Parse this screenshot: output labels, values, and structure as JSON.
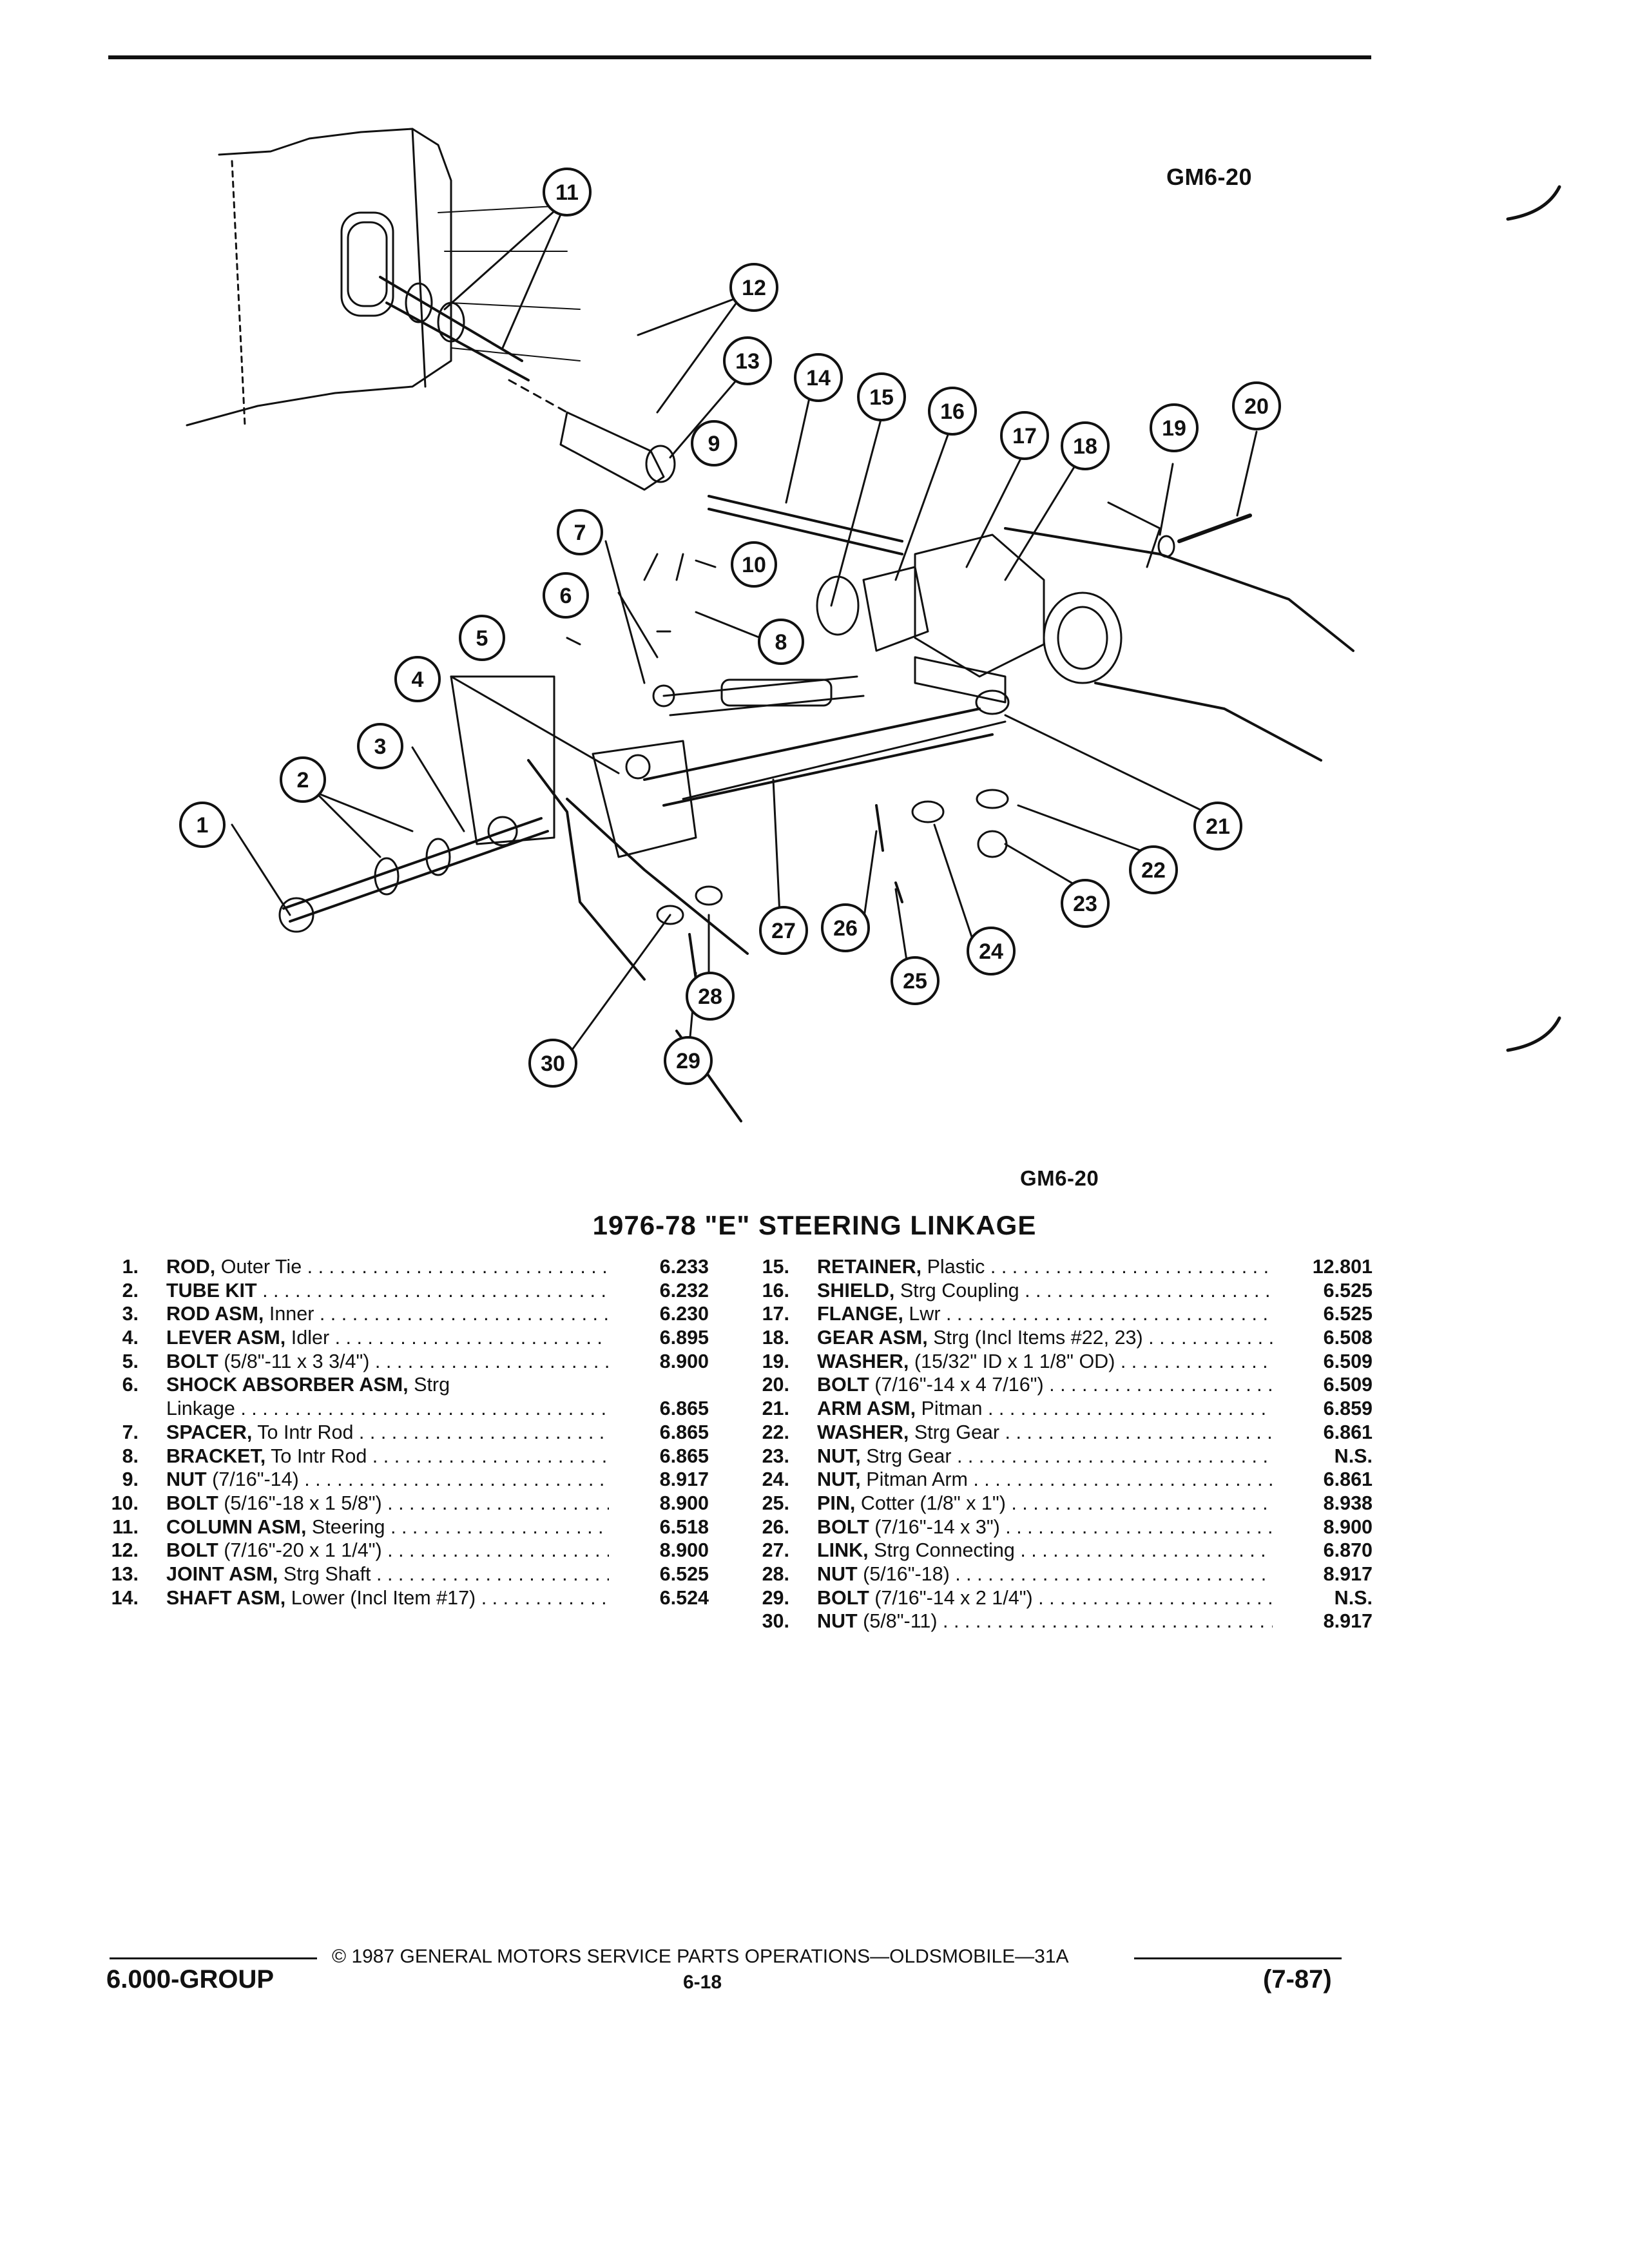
{
  "figure": {
    "code_top": "GM6-20",
    "code_bottom": "GM6-20",
    "callouts": [
      "1",
      "2",
      "3",
      "4",
      "5",
      "6",
      "7",
      "8",
      "9",
      "10",
      "11",
      "12",
      "13",
      "14",
      "15",
      "16",
      "17",
      "18",
      "19",
      "20",
      "21",
      "22",
      "23",
      "24",
      "25",
      "26",
      "27",
      "28",
      "29",
      "30"
    ]
  },
  "title": "1976-78 \"E\" STEERING LINKAGE",
  "parts_left": [
    {
      "num": "1.",
      "name": "ROD,",
      "desc": "Outer Tie",
      "ref": "6.233"
    },
    {
      "num": "2.",
      "name": "TUBE KIT",
      "desc": "",
      "ref": "6.232"
    },
    {
      "num": "3.",
      "name": "ROD ASM,",
      "desc": "Inner",
      "ref": "6.230"
    },
    {
      "num": "4.",
      "name": "LEVER ASM,",
      "desc": "Idler",
      "ref": "6.895"
    },
    {
      "num": "5.",
      "name": "BOLT",
      "desc": "(5/8\"-11 x 3 3/4\")",
      "ref": "8.900"
    },
    {
      "num": "6.",
      "name": "SHOCK ABSORBER ASM,",
      "desc": "Strg",
      "ref": ""
    },
    {
      "num": "",
      "name": "",
      "desc": "Linkage",
      "ref": "6.865"
    },
    {
      "num": "7.",
      "name": "SPACER,",
      "desc": "To Intr Rod",
      "ref": "6.865"
    },
    {
      "num": "8.",
      "name": "BRACKET,",
      "desc": "To Intr Rod",
      "ref": "6.865"
    },
    {
      "num": "9.",
      "name": "NUT",
      "desc": "(7/16\"-14)",
      "ref": "8.917"
    },
    {
      "num": "10.",
      "name": "BOLT",
      "desc": "(5/16\"-18 x 1 5/8\")",
      "ref": "8.900"
    },
    {
      "num": "11.",
      "name": "COLUMN ASM,",
      "desc": "Steering",
      "ref": "6.518"
    },
    {
      "num": "12.",
      "name": "BOLT",
      "desc": "(7/16\"-20 x 1 1/4\")",
      "ref": "8.900"
    },
    {
      "num": "13.",
      "name": "JOINT ASM,",
      "desc": "Strg Shaft",
      "ref": "6.525"
    },
    {
      "num": "14.",
      "name": "SHAFT ASM,",
      "desc": "Lower (Incl Item #17)",
      "ref": "6.524"
    }
  ],
  "parts_right": [
    {
      "num": "15.",
      "name": "RETAINER,",
      "desc": "Plastic",
      "ref": "12.801"
    },
    {
      "num": "16.",
      "name": "SHIELD,",
      "desc": "Strg Coupling",
      "ref": "6.525"
    },
    {
      "num": "17.",
      "name": "FLANGE,",
      "desc": "Lwr",
      "ref": "6.525"
    },
    {
      "num": "18.",
      "name": "GEAR ASM,",
      "desc": "Strg (Incl Items #22, 23)",
      "ref": "6.508"
    },
    {
      "num": "19.",
      "name": "WASHER,",
      "desc": "(15/32\" ID x 1 1/8\" OD)",
      "ref": "6.509"
    },
    {
      "num": "20.",
      "name": "BOLT",
      "desc": "(7/16\"-14 x 4 7/16\")",
      "ref": "6.509"
    },
    {
      "num": "21.",
      "name": "ARM ASM,",
      "desc": "Pitman",
      "ref": "6.859"
    },
    {
      "num": "22.",
      "name": "WASHER,",
      "desc": "Strg Gear",
      "ref": "6.861"
    },
    {
      "num": "23.",
      "name": "NUT,",
      "desc": "Strg Gear",
      "ref": "N.S."
    },
    {
      "num": "24.",
      "name": "NUT,",
      "desc": "Pitman Arm",
      "ref": "6.861"
    },
    {
      "num": "25.",
      "name": "PIN,",
      "desc": "Cotter (1/8\" x 1\")",
      "ref": "8.938"
    },
    {
      "num": "26.",
      "name": "BOLT",
      "desc": "(7/16\"-14 x 3\")",
      "ref": "8.900"
    },
    {
      "num": "27.",
      "name": "LINK,",
      "desc": "Strg Connecting",
      "ref": "6.870"
    },
    {
      "num": "28.",
      "name": "NUT",
      "desc": "(5/16\"-18)",
      "ref": "8.917"
    },
    {
      "num": "29.",
      "name": "BOLT",
      "desc": "(7/16\"-14 x 2 1/4\")",
      "ref": "N.S."
    },
    {
      "num": "30.",
      "name": "NUT",
      "desc": "(5/8\"-11)",
      "ref": "8.917"
    }
  ],
  "footer": {
    "copyright": "© 1987 GENERAL MOTORS SERVICE PARTS OPERATIONS—OLDSMOBILE—31A",
    "group": "6.000-GROUP",
    "page": "6-18",
    "date_code": "(7-87)"
  }
}
